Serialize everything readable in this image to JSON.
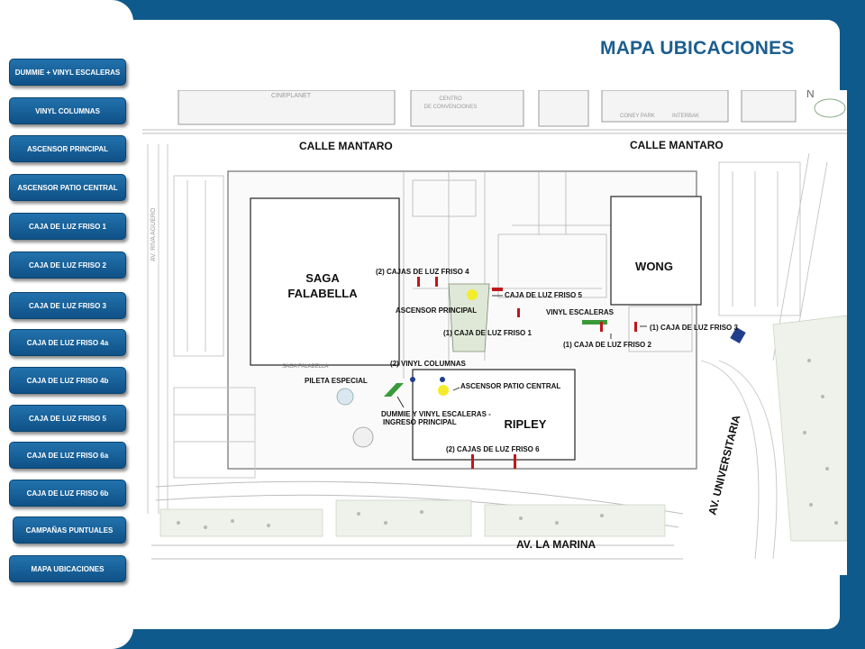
{
  "page_title": "MAPA UBICACIONES",
  "nav": [
    "DUMMIE + VINYL ESCALERAS",
    "VINYL COLUMNAS",
    "ASCENSOR PRINCIPAL",
    "ASCENSOR PATIO CENTRAL",
    "CAJA DE LUZ FRISO 1",
    "CAJA DE LUZ FRISO 2",
    "CAJA DE LUZ FRISO 3",
    "CAJA DE LUZ FRISO 4a",
    "CAJA DE LUZ FRISO 4b",
    "CAJA DE LUZ FRISO 5",
    "CAJA DE LUZ FRISO 6a",
    "CAJA DE LUZ FRISO 6b",
    "CAMPAÑAS PUNTUALES",
    "MAPA UBICACIONES"
  ],
  "map": {
    "background_labels": {
      "cineplanet": "CINEPLANET",
      "centro": "CENTRO",
      "convenciones": "DE\nCONVENCIONES",
      "coney_park": "CONEY PARK",
      "interbak": "INTERBAK",
      "av_riva": "AV. RIVA AGUERO",
      "saga_small": "SAGA FALABELLA",
      "north": "N"
    },
    "streets": {
      "calle_mantaro_left": "CALLE  MANTARO",
      "calle_mantaro_right": "CALLE  MANTARO",
      "av_la_marina": "AV. LA MARINA",
      "av_universitaria": "AV. UNIVERSITARIA"
    },
    "stores": {
      "saga_1": "SAGA",
      "saga_2": "FALABELLA",
      "wong": "WONG",
      "ripley": "RIPLEY"
    },
    "locations": {
      "friso4": "(2) CAJAS DE LUZ FRISO 4",
      "friso5": "CAJA DE LUZ FRISO 5",
      "ascensor_principal": "ASCENSOR PRINCIPAL",
      "vinyl_escaleras": "VINYL ESCALERAS",
      "friso1": "(1) CAJA DE LUZ FRISO 1",
      "friso3": "(1) CAJA DE LUZ FRISO 3",
      "friso2": "(1) CAJA DE LUZ FRISO 2",
      "vinyl_columnas": "(2) VINYL COLUMNAS",
      "pileta": "PILETA ESPECIAL",
      "ascensor_patio": "ASCENSOR PATIO CENTRAL",
      "dummie_1": "DUMMIE Y VINYL ESCALERAS -",
      "dummie_2": "INGRESO PRINCIPAL",
      "friso6": "(2) CAJAS DE LUZ FRISO 6"
    }
  },
  "colors": {
    "frame": "#0f5a8c",
    "button": "#1a63a0",
    "marker_red": "#c0161b",
    "marker_yellow": "#f3ec2b",
    "marker_blue": "#1f3f8c",
    "marker_green": "#3a9a3a"
  }
}
